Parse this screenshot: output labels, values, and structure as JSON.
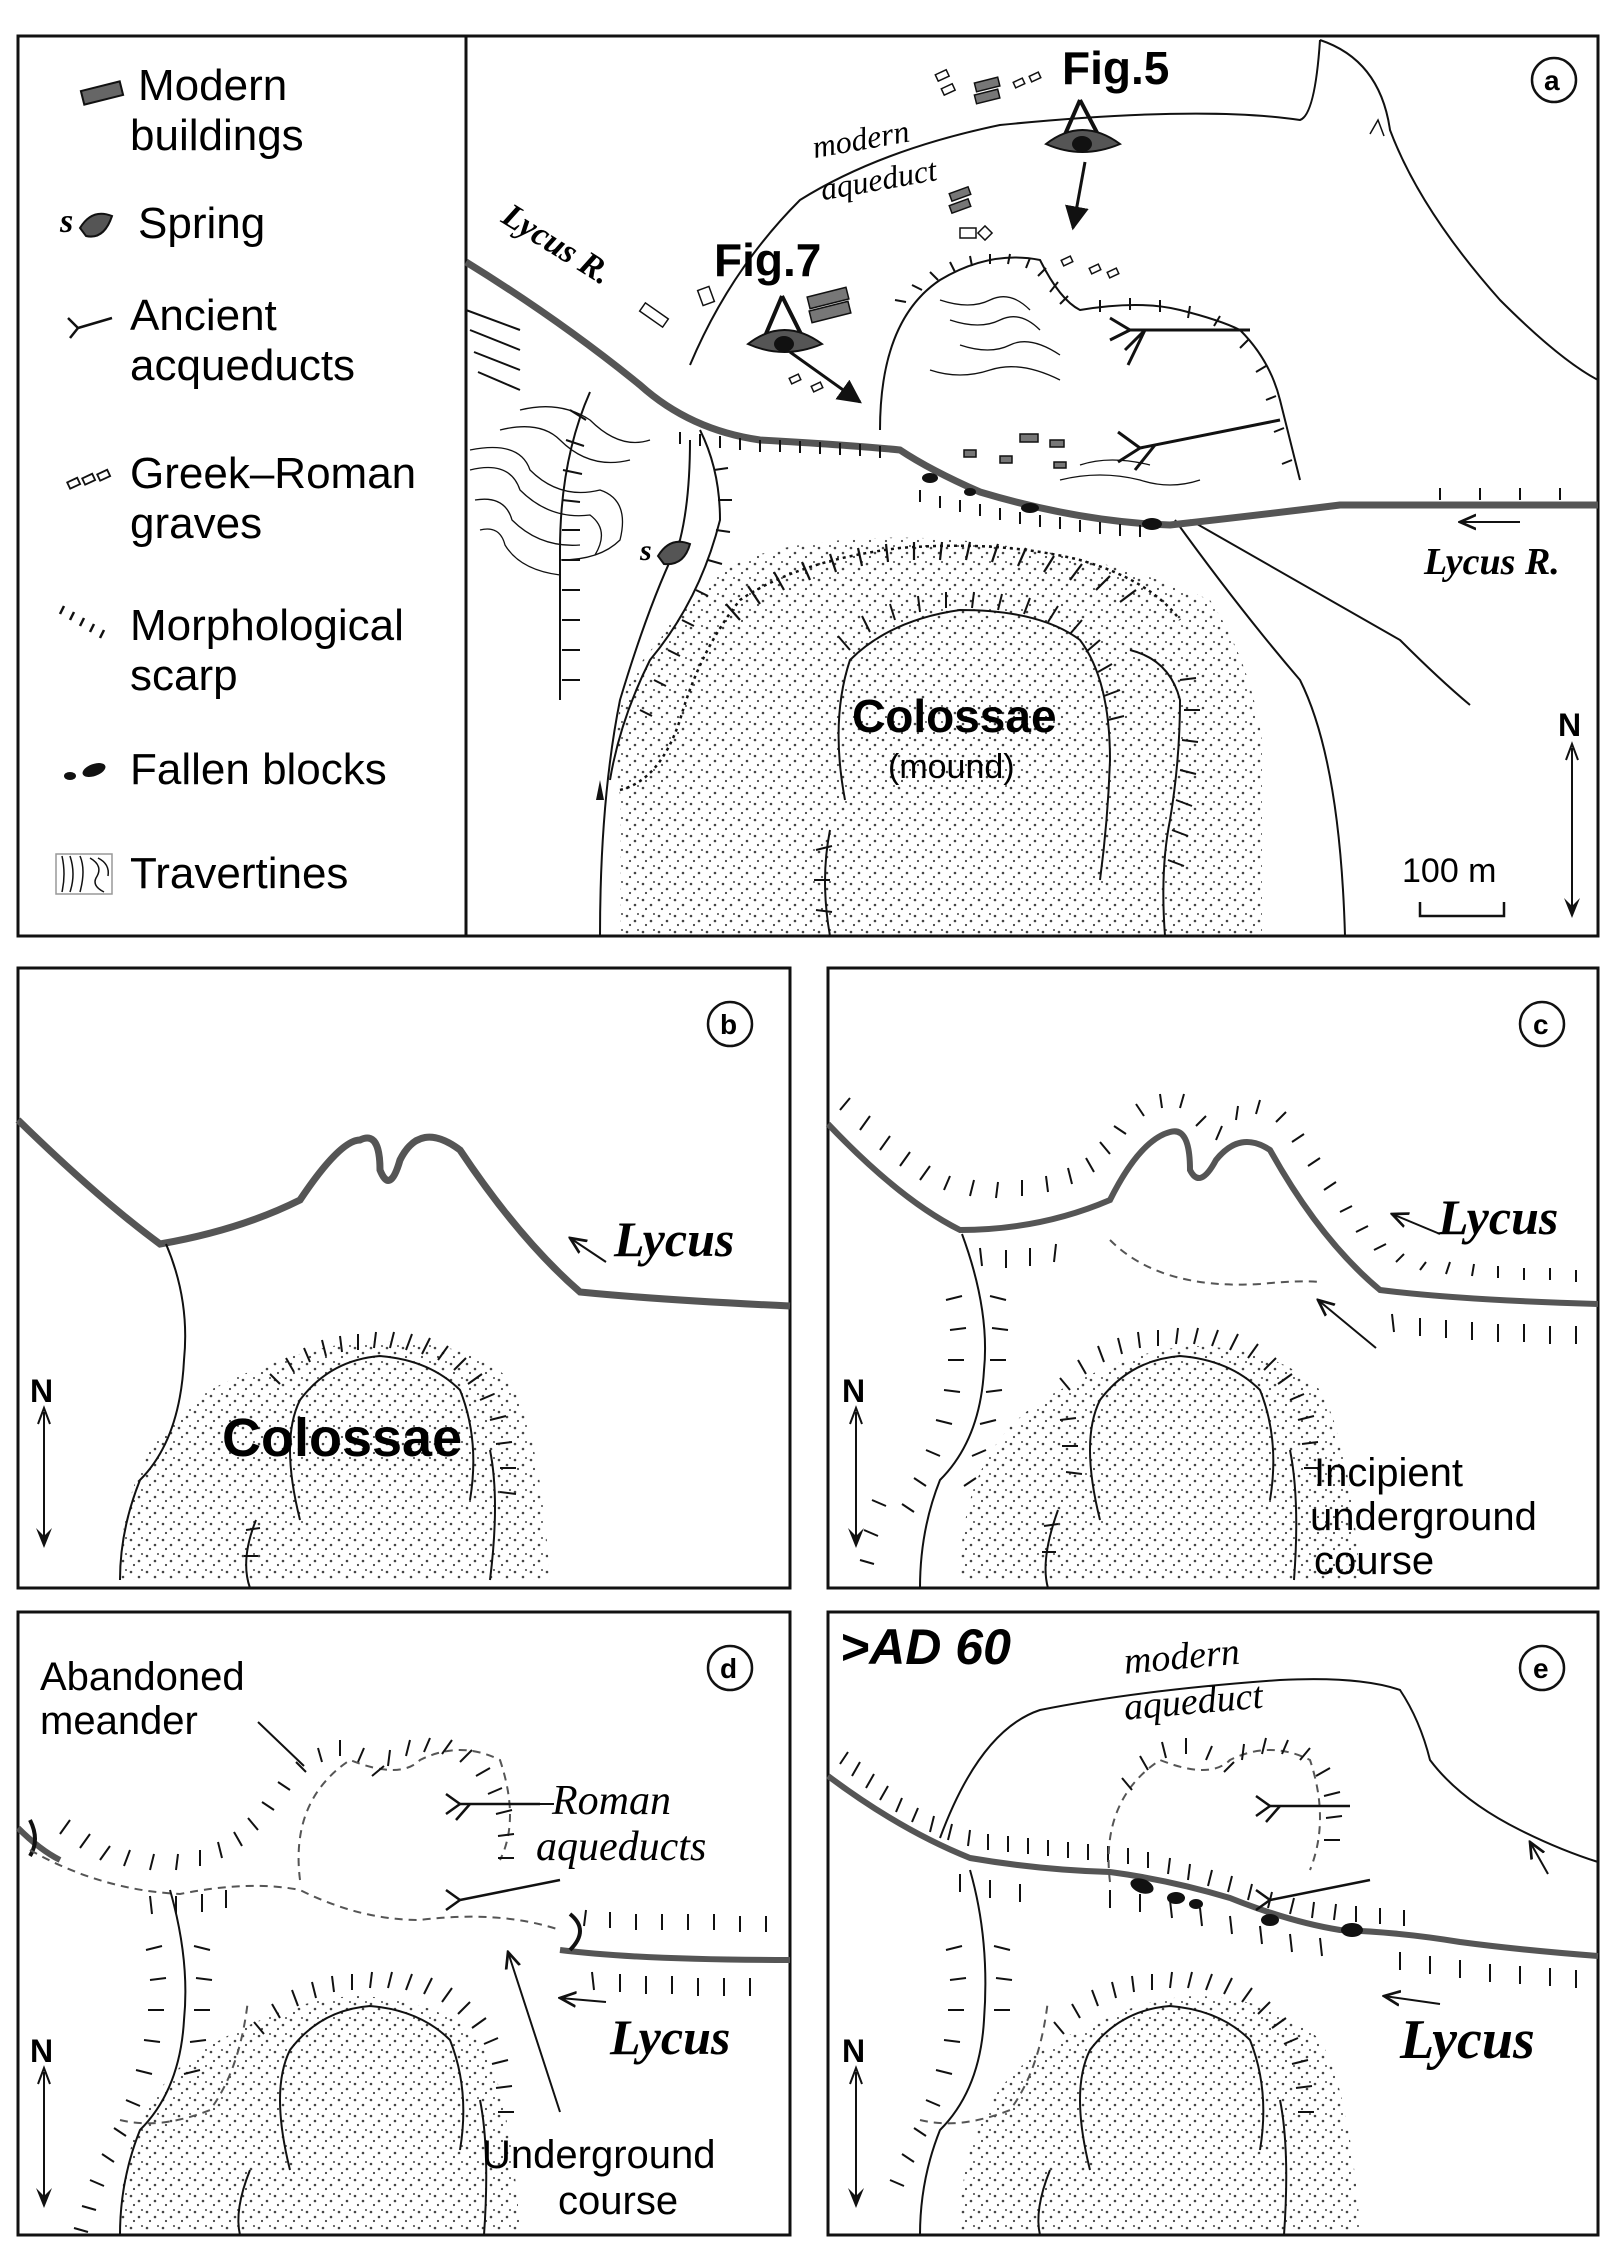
{
  "legend": {
    "items": [
      {
        "icon": "modern-buildings-icon",
        "label_line1": "Modern",
        "label_line2": "buildings"
      },
      {
        "icon": "spring-icon",
        "label_line1": "Spring",
        "label_line2": ""
      },
      {
        "icon": "ancient-aqueducts-icon",
        "label_line1": "Ancient",
        "label_line2": "acqueducts"
      },
      {
        "icon": "greek-roman-graves-icon",
        "label_line1": "Greek–Roman",
        "label_line2": "graves"
      },
      {
        "icon": "morphological-scarp-icon",
        "label_line1": "Morphological",
        "label_line2": "scarp"
      },
      {
        "icon": "fallen-blocks-icon",
        "label_line1": "Fallen blocks",
        "label_line2": ""
      },
      {
        "icon": "travertines-icon",
        "label_line1": "Travertines",
        "label_line2": ""
      }
    ],
    "spring_symbol_letter": "s"
  },
  "panel_a": {
    "letter": "a",
    "fig5": "Fig.5",
    "fig7": "Fig.7",
    "modern_aqueduct_l1": "modern",
    "modern_aqueduct_l2": "aqueduct",
    "lycus_r_west": "Lycus R.",
    "lycus_r_east": "Lycus R.",
    "spring_letter": "s",
    "colossae": "Colossae",
    "mound": "(mound)",
    "north": "N",
    "scale": "100 m"
  },
  "panel_b": {
    "letter": "b",
    "lycus": "Lycus",
    "colossae": "Colossae",
    "north": "N"
  },
  "panel_c": {
    "letter": "c",
    "lycus": "Lycus",
    "incipient_l1": "Incipient",
    "incipient_l2": "underground",
    "incipient_l3": "course",
    "north": "N"
  },
  "panel_d": {
    "letter": "d",
    "abandoned_l1": "Abandoned",
    "abandoned_l2": "meander",
    "roman_l1": "Roman",
    "roman_l2": "aqueducts",
    "lycus": "Lycus",
    "underground_l1": "Underground",
    "underground_l2": "course",
    "north": "N"
  },
  "panel_e": {
    "letter": "e",
    "date": ">AD 60",
    "modern_aqueduct_l1": "modern",
    "modern_aqueduct_l2": "aqueduct",
    "lycus": "Lycus",
    "north": "N"
  },
  "colors": {
    "river": "#555555",
    "ink": "#111111",
    "stipple": "#444444",
    "background": "#ffffff"
  }
}
